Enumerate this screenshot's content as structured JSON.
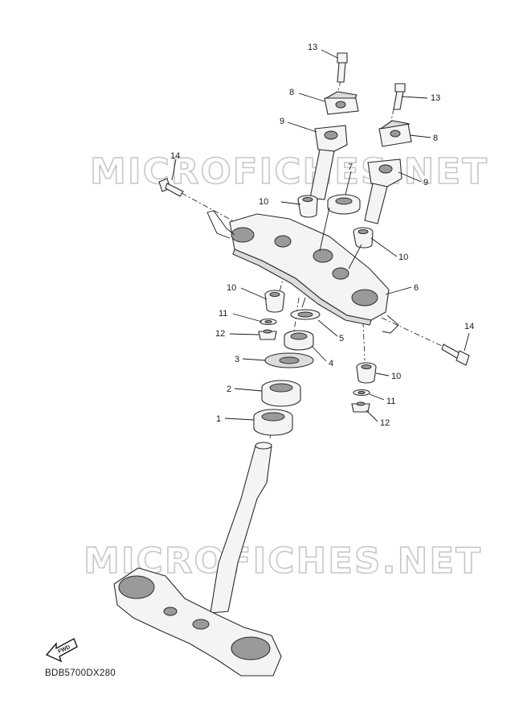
{
  "diagram": {
    "code": "BDB5700DX280",
    "watermark": "MICROFICHES.NET",
    "fwd_label": "FWD",
    "callouts": {
      "c13a": "13",
      "c8a": "8",
      "c9a": "9",
      "c14a": "14",
      "c13b": "13",
      "c8b": "8",
      "c9b": "9",
      "c7": "7",
      "c10a": "10",
      "c10b": "10",
      "c10c": "10",
      "c10d": "10",
      "c6": "6",
      "c11a": "11",
      "c12a": "12",
      "c5": "5",
      "c4": "4",
      "c3": "3",
      "c2": "2",
      "c1": "1",
      "c14b": "14",
      "c11b": "11",
      "c12b": "12"
    }
  }
}
